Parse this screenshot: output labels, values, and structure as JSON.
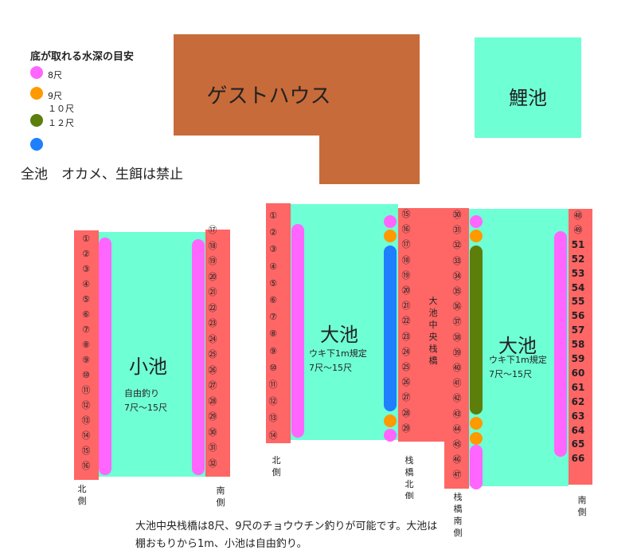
{
  "legend": {
    "title": "底が取れる水深の目安",
    "items": [
      {
        "color": "#ff66ff",
        "label": "8尺"
      },
      {
        "color": "#ff9900",
        "label": "9尺"
      },
      {
        "color": "",
        "label": "１０尺"
      },
      {
        "color": "#5b7f0a",
        "label": "１２尺"
      },
      {
        "color": "#1e7fff",
        "label": ""
      }
    ]
  },
  "notes": {
    "ban": "全池　オカメ、生餌は禁止",
    "footer": "大池中央栈橋は8尺、9尺のチョウウチン釣りが可能です。大池は棚おもりから1m、小池は自由釣り。"
  },
  "buildings": {
    "guesthouse": "ゲストハウス",
    "koi_pond": "鯉池"
  },
  "small_pond": {
    "title": "小池",
    "sub1": "自由釣り",
    "sub2": "7尺～15尺",
    "left_seats": [
      "①",
      "②",
      "③",
      "④",
      "⑤",
      "⑥",
      "⑦",
      "⑧",
      "⑨",
      "⑩",
      "⑪",
      "⑫",
      "⑬",
      "⑭",
      "⑮",
      "⑯"
    ],
    "right_seats": [
      "⑰",
      "⑱",
      "⑲",
      "⑳",
      "㉑",
      "㉒",
      "㉓",
      "㉔",
      "㉕",
      "㉖",
      "㉗",
      "㉘",
      "㉙",
      "㉚",
      "㉛",
      "㉜"
    ],
    "north_label": "北側",
    "south_label": "南側"
  },
  "big_pond_west": {
    "title": "大池",
    "sub1": "ウキ下1m規定",
    "sub2": "7尺～15尺",
    "left_seats": [
      "①",
      "②",
      "③",
      "④",
      "⑤",
      "⑥",
      "⑦",
      "⑧",
      "⑨",
      "⑩",
      "⑪",
      "⑫",
      "⑬",
      "⑭"
    ],
    "pier_seats": [
      "⑮",
      "⑯",
      "⑰",
      "⑱",
      "⑲",
      "⑳",
      "㉑",
      "㉒",
      "㉓",
      "㉔",
      "㉕",
      "㉖",
      "㉗",
      "㉘",
      "㉙"
    ],
    "north_label": "北側",
    "pier_north_label": "栈橋北側"
  },
  "center_pier": {
    "label": "大池中央栈橋"
  },
  "big_pond_east": {
    "title": "大池",
    "sub1": "ウキ下1m規定",
    "sub2": "7尺～15尺",
    "pier_seats": [
      "㉚",
      "㉛",
      "㉜",
      "㉝",
      "㉞",
      "㉟",
      "㊱",
      "㊲",
      "㊳",
      "㊴",
      "㊵",
      "㊶",
      "㊷",
      "㊸",
      "㊹",
      "㊺",
      "㊻",
      "㊼"
    ],
    "right_seats": [
      "㊽",
      "㊾",
      "51",
      "52",
      "53",
      "54",
      "55",
      "56",
      "57",
      "58",
      "59",
      "60",
      "61",
      "62",
      "63",
      "64",
      "65",
      "66"
    ],
    "pier_south_label": "栈橋南側",
    "south_label": "南側"
  }
}
